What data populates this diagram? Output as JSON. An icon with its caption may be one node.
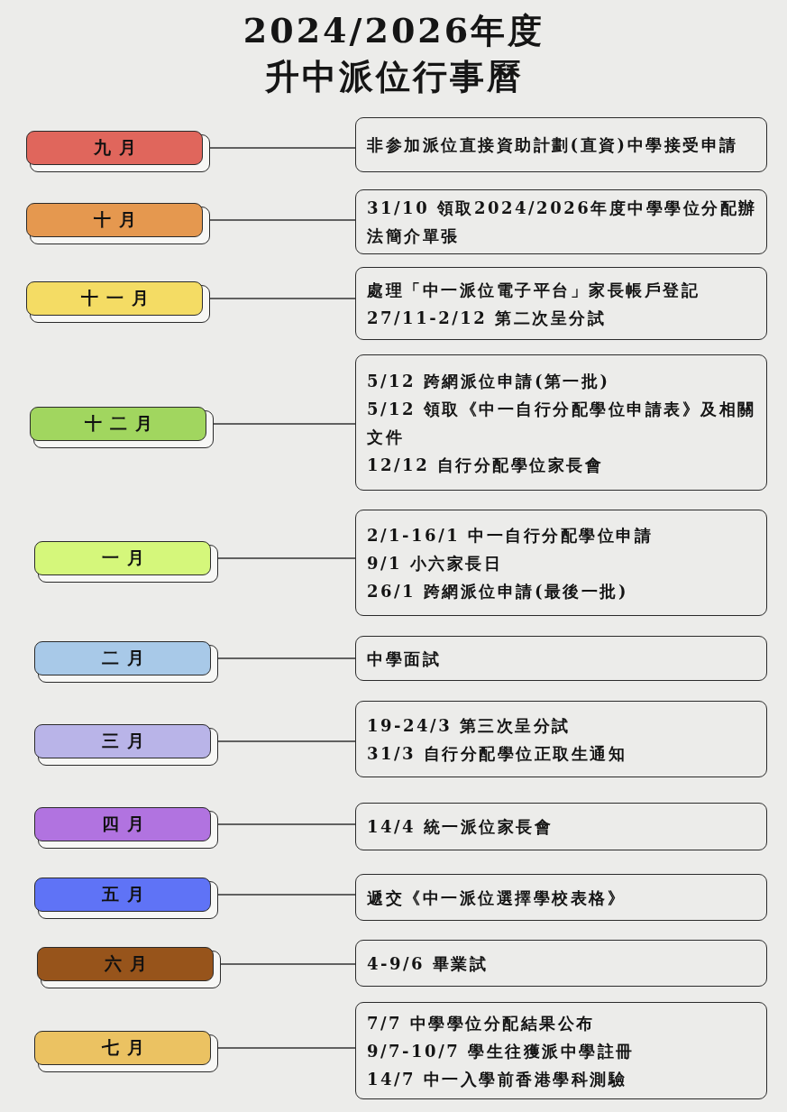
{
  "diagram": {
    "title": "2024/2026年度升中派位行事曆",
    "nodes": [
      {
        "text": [
          "九月"
        ]
      },
      {
        "text": [
          "非参加派位直接資助計劃(直資)中學接受申請"
        ]
      },
      {
        "text": [
          "十月"
        ]
      },
      {
        "text": [
          "31/10 領取2024/2026年度中學學位分配辦法簡介單張"
        ]
      },
      {
        "text": [
          "十一月"
        ]
      },
      {
        "text": [
          "處理「中一派位電子平台」家長帳戶登記",
          "27/11-2/12 第二次呈分試"
        ]
      },
      {
        "text": [
          "十二月"
        ]
      },
      {
        "text": [
          "5/12 跨網派位申請(第一批)",
          "5/12 領取《中一自行分配學位申請表》及相關文件",
          "12/12 自行分配學位家長會"
        ]
      },
      {
        "text": [
          "一月"
        ]
      },
      {
        "text": [
          "2/1-16/1 中一自行分配學位申請",
          "9/1 小六家長日",
          "26/1 跨網派位申請(最後一批)"
        ]
      },
      {
        "text": [
          "二月"
        ]
      },
      {
        "text": [
          "中學面試"
        ]
      },
      {
        "text": [
          "三月"
        ]
      },
      {
        "text": [
          "19-24/3 第三次呈分試",
          "31/3 自行分配學位正取生通知"
        ]
      },
      {
        "text": [
          "四月"
        ]
      },
      {
        "text": [
          "14/4 統一派位家長會"
        ]
      },
      {
        "text": [
          "五月"
        ]
      },
      {
        "text": [
          "遞交《中一派位選擇學校表格》"
        ]
      },
      {
        "text": [
          "六月"
        ]
      },
      {
        "text": [
          "4-9/6 畢業試"
        ]
      },
      {
        "text": [
          "七月"
        ]
      },
      {
        "text": [
          "7/7 中學學位分配結果公布",
          "9/7-10/7 學生往獲派中學註冊",
          "14/7 中一入學前香港學科測驗"
        ]
      }
    ],
    "edges": [
      {
        "from": 0,
        "to": 1,
        "arrow": "none"
      },
      {
        "from": 2,
        "to": 3,
        "arrow": "none"
      },
      {
        "from": 4,
        "to": 5,
        "arrow": "none"
      },
      {
        "from": 6,
        "to": 7,
        "arrow": "none"
      },
      {
        "from": 8,
        "to": 9,
        "arrow": "none"
      },
      {
        "from": 10,
        "to": 11,
        "arrow": "none"
      },
      {
        "from": 12,
        "to": 13,
        "arrow": "none"
      },
      {
        "from": 14,
        "to": 15,
        "arrow": "none"
      },
      {
        "from": 16,
        "to": 17,
        "arrow": "none"
      },
      {
        "from": 18,
        "to": 19,
        "arrow": "none"
      },
      {
        "from": 20,
        "to": 21,
        "arrow": "none"
      }
    ]
  }
}
